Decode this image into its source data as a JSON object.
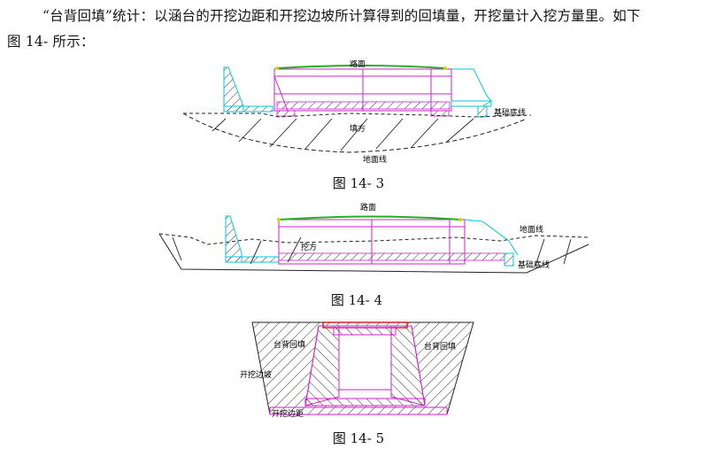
{
  "paragraph": {
    "line1": "“台背回填”统计：以涵台的开挖边距和开挖边坡所计算得到的回填量，开挖量计入挖方量里。如下",
    "line2": "图  14-  所示："
  },
  "figure3": {
    "caption": "图  14- 3",
    "label_road": "路面",
    "label_base": "基础底线",
    "label_fill": "填方",
    "label_ground": "地面线"
  },
  "figure4": {
    "caption": "图  14-  4",
    "label_road": "路面",
    "label_ground": "地面线",
    "label_cut": "挖方",
    "label_base": "基础底线"
  },
  "figure5": {
    "caption": "图  14- 5",
    "label_backfill_left": "台背回填",
    "label_backfill_right": "台背回填",
    "label_slope": "开挖边坡",
    "label_margin": "开挖边距"
  },
  "colors": {
    "cyan": "#00c8d8",
    "magenta": "#d020d0",
    "green": "#20b020",
    "yellow": "#e0d000",
    "red": "#e02020",
    "hatch": "#333333"
  }
}
